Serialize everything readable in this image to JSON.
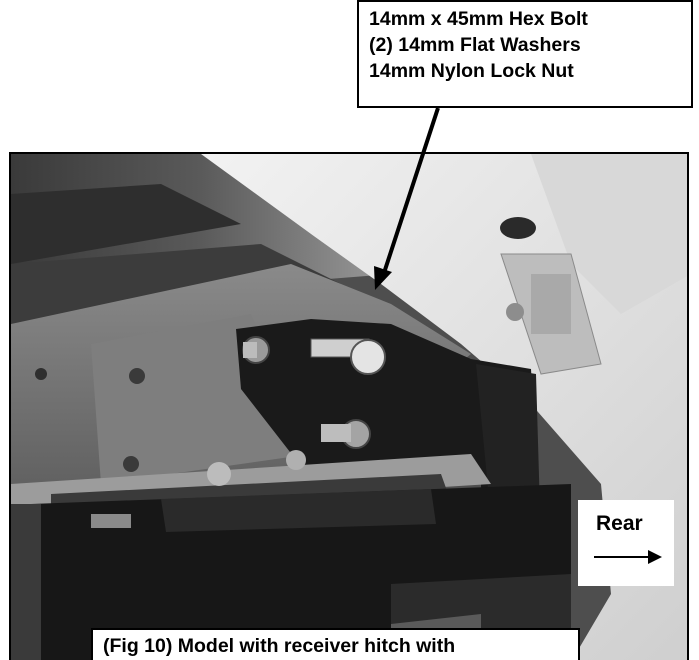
{
  "callout": {
    "lines": [
      "14mm x 45mm Hex Bolt",
      "(2) 14mm Flat Washers",
      "14mm Nylon Lock Nut"
    ]
  },
  "direction_label": "Rear",
  "caption": "(Fig 10) Model with receiver hitch with",
  "icons": {
    "direction": "right-arrow-icon",
    "pointer": "callout-pointer-arrow"
  }
}
